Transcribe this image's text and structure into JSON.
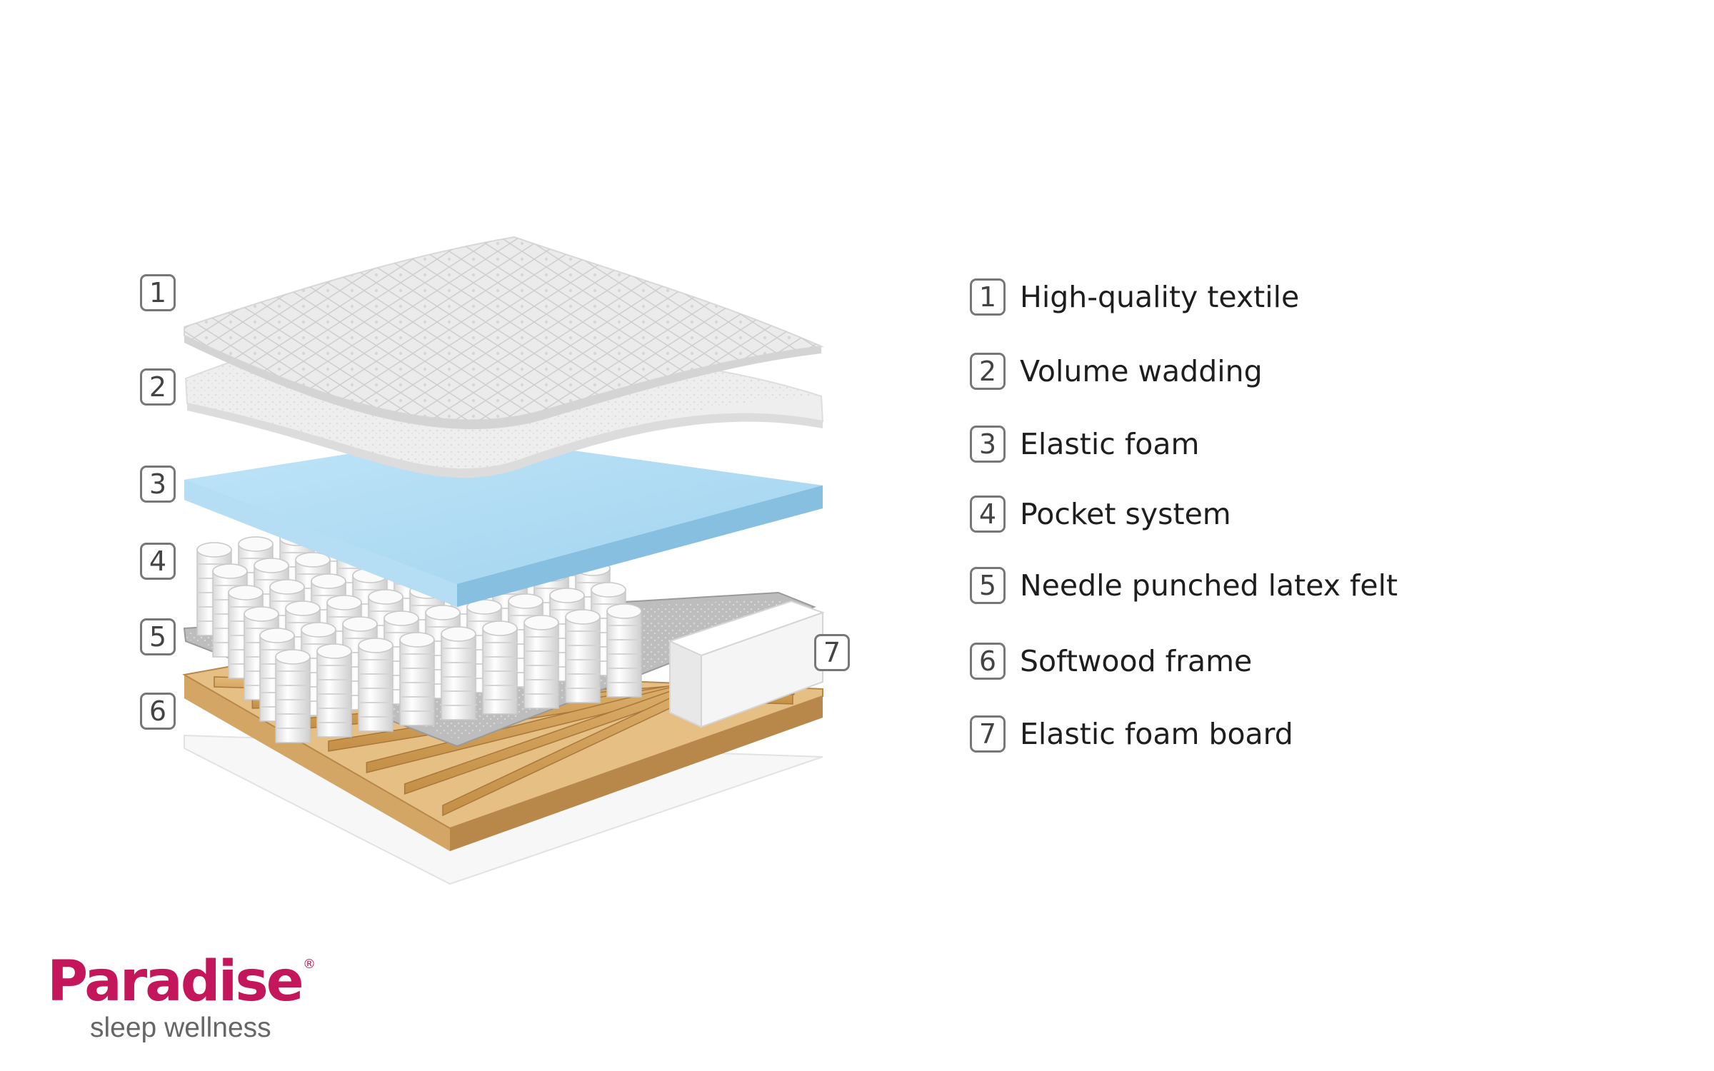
{
  "layers": [
    {
      "number": "1",
      "label": "High-quality textile"
    },
    {
      "number": "2",
      "label": "Volume wadding"
    },
    {
      "number": "3",
      "label": "Elastic foam"
    },
    {
      "number": "4",
      "label": "Pocket system"
    },
    {
      "number": "5",
      "label": "Needle punched latex felt"
    },
    {
      "number": "6",
      "label": "Softwood frame"
    },
    {
      "number": "7",
      "label": "Elastic foam board"
    }
  ],
  "brand": {
    "name": "Paradise",
    "registered": "®",
    "tagline": "sleep wellness",
    "color": "#C4175B"
  },
  "colors": {
    "foam": "#A7D8F2",
    "wood": "#D4A35E",
    "textile": "#E9E9E9",
    "spring": "#F4F4F4"
  }
}
